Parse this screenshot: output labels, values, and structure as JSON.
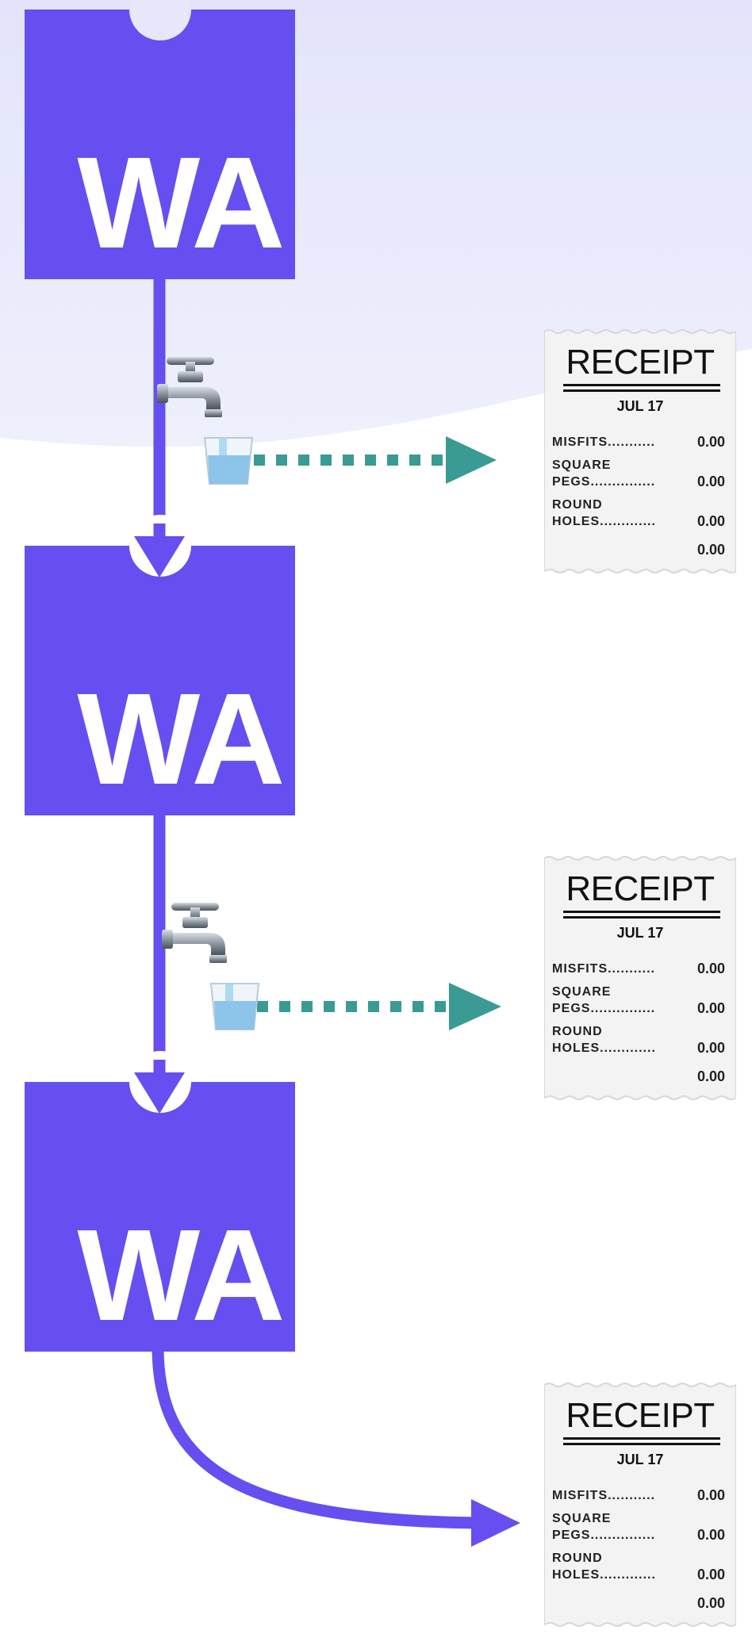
{
  "nodes": [
    {
      "label": "WA"
    },
    {
      "label": "WA"
    },
    {
      "label": "WA"
    }
  ],
  "receipts": [
    {
      "title": "RECEIPT",
      "date": "JUL 17",
      "lines": [
        {
          "l1": "",
          "l2": "MISFITS...........",
          "amount": "0.00"
        },
        {
          "l1": "SQUARE",
          "l2": "PEGS...............",
          "amount": "0.00"
        },
        {
          "l1": "ROUND",
          "l2": "HOLES.............",
          "amount": "0.00"
        }
      ],
      "total": "0.00"
    },
    {
      "title": "RECEIPT",
      "date": "JUL 17",
      "lines": [
        {
          "l1": "",
          "l2": "MISFITS...........",
          "amount": "0.00"
        },
        {
          "l1": "SQUARE",
          "l2": "PEGS...............",
          "amount": "0.00"
        },
        {
          "l1": "ROUND",
          "l2": "HOLES.............",
          "amount": "0.00"
        }
      ],
      "total": "0.00"
    },
    {
      "title": "RECEIPT",
      "date": "JUL 17",
      "lines": [
        {
          "l1": "",
          "l2": "MISFITS...........",
          "amount": "0.00"
        },
        {
          "l1": "SQUARE",
          "l2": "PEGS...............",
          "amount": "0.00"
        },
        {
          "l1": "ROUND",
          "l2": "HOLES.............",
          "amount": "0.00"
        }
      ],
      "total": "0.00"
    }
  ],
  "icons": {
    "faucet": "faucet-icon",
    "glass": "glass-of-water-icon"
  },
  "colors": {
    "block": "#654ff0",
    "flow_arrow": "#654ff0",
    "tap_arrow": "#3a9a94",
    "background_top": "#e3e4fb"
  }
}
